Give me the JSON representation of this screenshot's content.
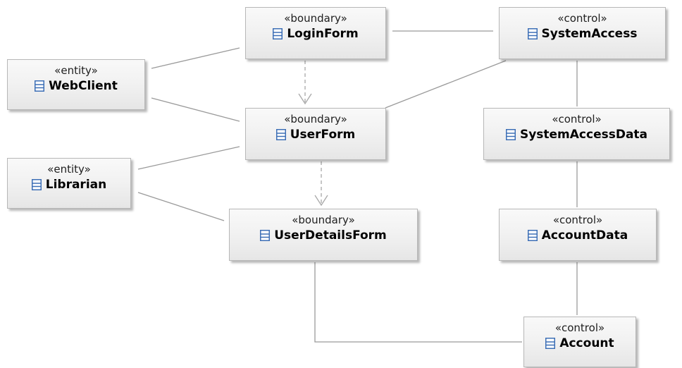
{
  "diagram": {
    "nodes": {
      "login_form": {
        "stereotype": "«boundary»",
        "name": "LoginForm",
        "icon": "class-icon"
      },
      "system_access": {
        "stereotype": "«control»",
        "name": "SystemAccess",
        "icon": "class-icon"
      },
      "web_client": {
        "stereotype": "«entity»",
        "name": "WebClient",
        "icon": "class-icon"
      },
      "user_form": {
        "stereotype": "«boundary»",
        "name": "UserForm",
        "icon": "class-icon"
      },
      "system_access_data": {
        "stereotype": "«control»",
        "name": "SystemAccessData",
        "icon": "class-icon"
      },
      "librarian": {
        "stereotype": "«entity»",
        "name": "Librarian",
        "icon": "class-icon"
      },
      "user_details_form": {
        "stereotype": "«boundary»",
        "name": "UserDetailsForm",
        "icon": "class-icon"
      },
      "account_data": {
        "stereotype": "«control»",
        "name": "AccountData",
        "icon": "class-icon"
      },
      "account": {
        "stereotype": "«control»",
        "name": "Account",
        "icon": "class-icon"
      }
    },
    "relationships": [
      {
        "from": "WebClient",
        "to": "LoginForm",
        "style": "solid"
      },
      {
        "from": "WebClient",
        "to": "UserForm",
        "style": "solid"
      },
      {
        "from": "Librarian",
        "to": "UserForm",
        "style": "solid"
      },
      {
        "from": "Librarian",
        "to": "UserDetailsForm",
        "style": "solid"
      },
      {
        "from": "LoginForm",
        "to": "SystemAccess",
        "style": "solid"
      },
      {
        "from": "SystemAccess",
        "to": "UserForm",
        "style": "solid"
      },
      {
        "from": "SystemAccess",
        "to": "SystemAccessData",
        "style": "solid"
      },
      {
        "from": "SystemAccessData",
        "to": "AccountData",
        "style": "solid"
      },
      {
        "from": "AccountData",
        "to": "Account",
        "style": "solid"
      },
      {
        "from": "UserDetailsForm",
        "to": "Account",
        "style": "solid"
      },
      {
        "from": "LoginForm",
        "to": "UserForm",
        "style": "dashed-arrow"
      },
      {
        "from": "UserForm",
        "to": "UserDetailsForm",
        "style": "dashed-arrow"
      }
    ],
    "colors": {
      "line": "#9a9a9a",
      "dashed_line": "#a8a8a8",
      "icon_blue": "#3d6fb6"
    }
  }
}
